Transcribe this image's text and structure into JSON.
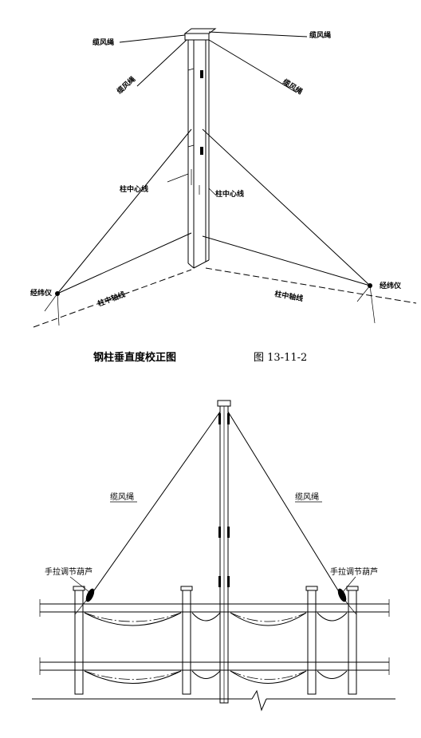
{
  "top_figure": {
    "labels": {
      "guy_rope_top_left": "缆风绳",
      "guy_rope_top_right": "缆风绳",
      "guy_rope_left": "缆风绳",
      "guy_rope_right": "缆风绳",
      "column_centerline_left": "柱中心线",
      "column_centerline_right": "柱中心线",
      "theodolite_left": "经纬仪",
      "theodolite_right": "经纬仪",
      "column_axis_left": "柱中轴线",
      "column_axis_right": "柱中轴线"
    }
  },
  "caption": {
    "title": "钢柱垂直度校正图",
    "figure_no": "图 13-11-2"
  },
  "bottom_figure": {
    "labels": {
      "guy_rope_left": "缆风绳",
      "guy_rope_right": "缆风绳",
      "hoist_left": "手拉调节葫芦",
      "hoist_right": "手拉调节葫芦"
    }
  }
}
